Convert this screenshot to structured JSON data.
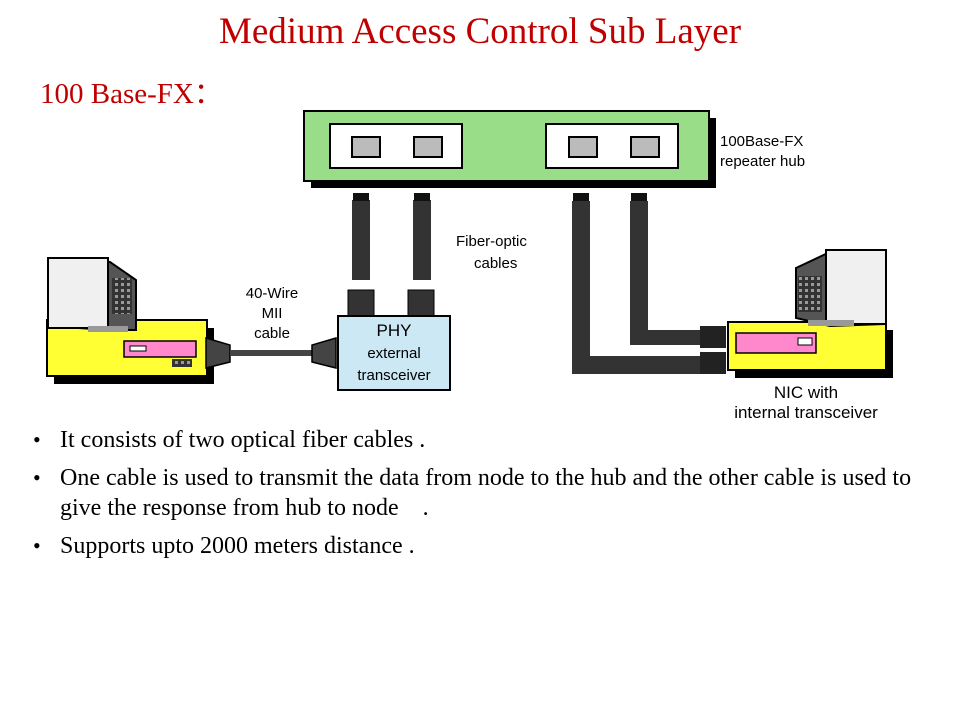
{
  "title": "Medium Access Control Sub Layer",
  "subtitle": "100 Base-FX：",
  "diagram": {
    "hub_label_line1": "100Base-FX",
    "hub_label_line2": "repeater hub",
    "fiber_label_line1": "Fiber-optic",
    "fiber_label_line2": "cables",
    "mii_label_line1": "40-Wire",
    "mii_label_line2": "MII",
    "mii_label_line3": "cable",
    "phy_label_line1": "PHY",
    "phy_label_line2": "external",
    "phy_label_line3": "transceiver",
    "nic_label_line1": "NIC with",
    "nic_label_line2": "internal transceiver",
    "colors": {
      "hub": "#99dd88",
      "phy_box": "#cce8f4",
      "computer_base": "#ffff33",
      "pink_slot": "#ff88cc",
      "title": "#c00000"
    }
  },
  "bullets": [
    "It consists of two optical fiber cables .",
    "One cable is used to transmit the data from node to the hub and the other cable is used to give the response from hub to node　.",
    "Supports upto 2000 meters distance ."
  ]
}
